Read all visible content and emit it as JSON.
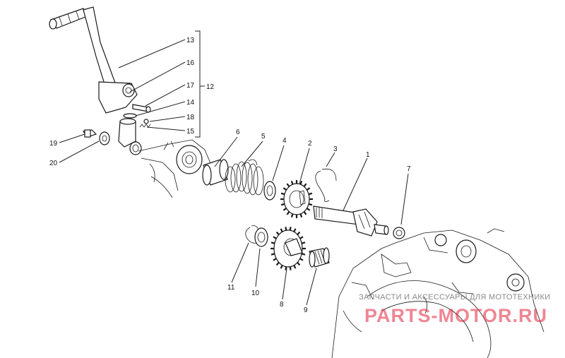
{
  "diagram": {
    "callouts": {
      "p1": "1",
      "p2": "2",
      "p3": "3",
      "p4": "4",
      "p5": "5",
      "p6": "6",
      "p7": "7",
      "p8": "8",
      "p9": "9",
      "p10": "10",
      "p11": "11",
      "p12": "12",
      "p13": "13",
      "p14": "14",
      "p15": "15",
      "p16": "16",
      "p17": "17",
      "p18": "18",
      "p19": "19",
      "p20": "20"
    }
  },
  "watermark": {
    "tagline": "ЗАПЧАСТИ И АКСЕССУАРЫ ДЛЯ МОТОТЕХНИКИ",
    "brand": "PARTS-MOTOR.RU",
    "color": "#e0233a"
  }
}
